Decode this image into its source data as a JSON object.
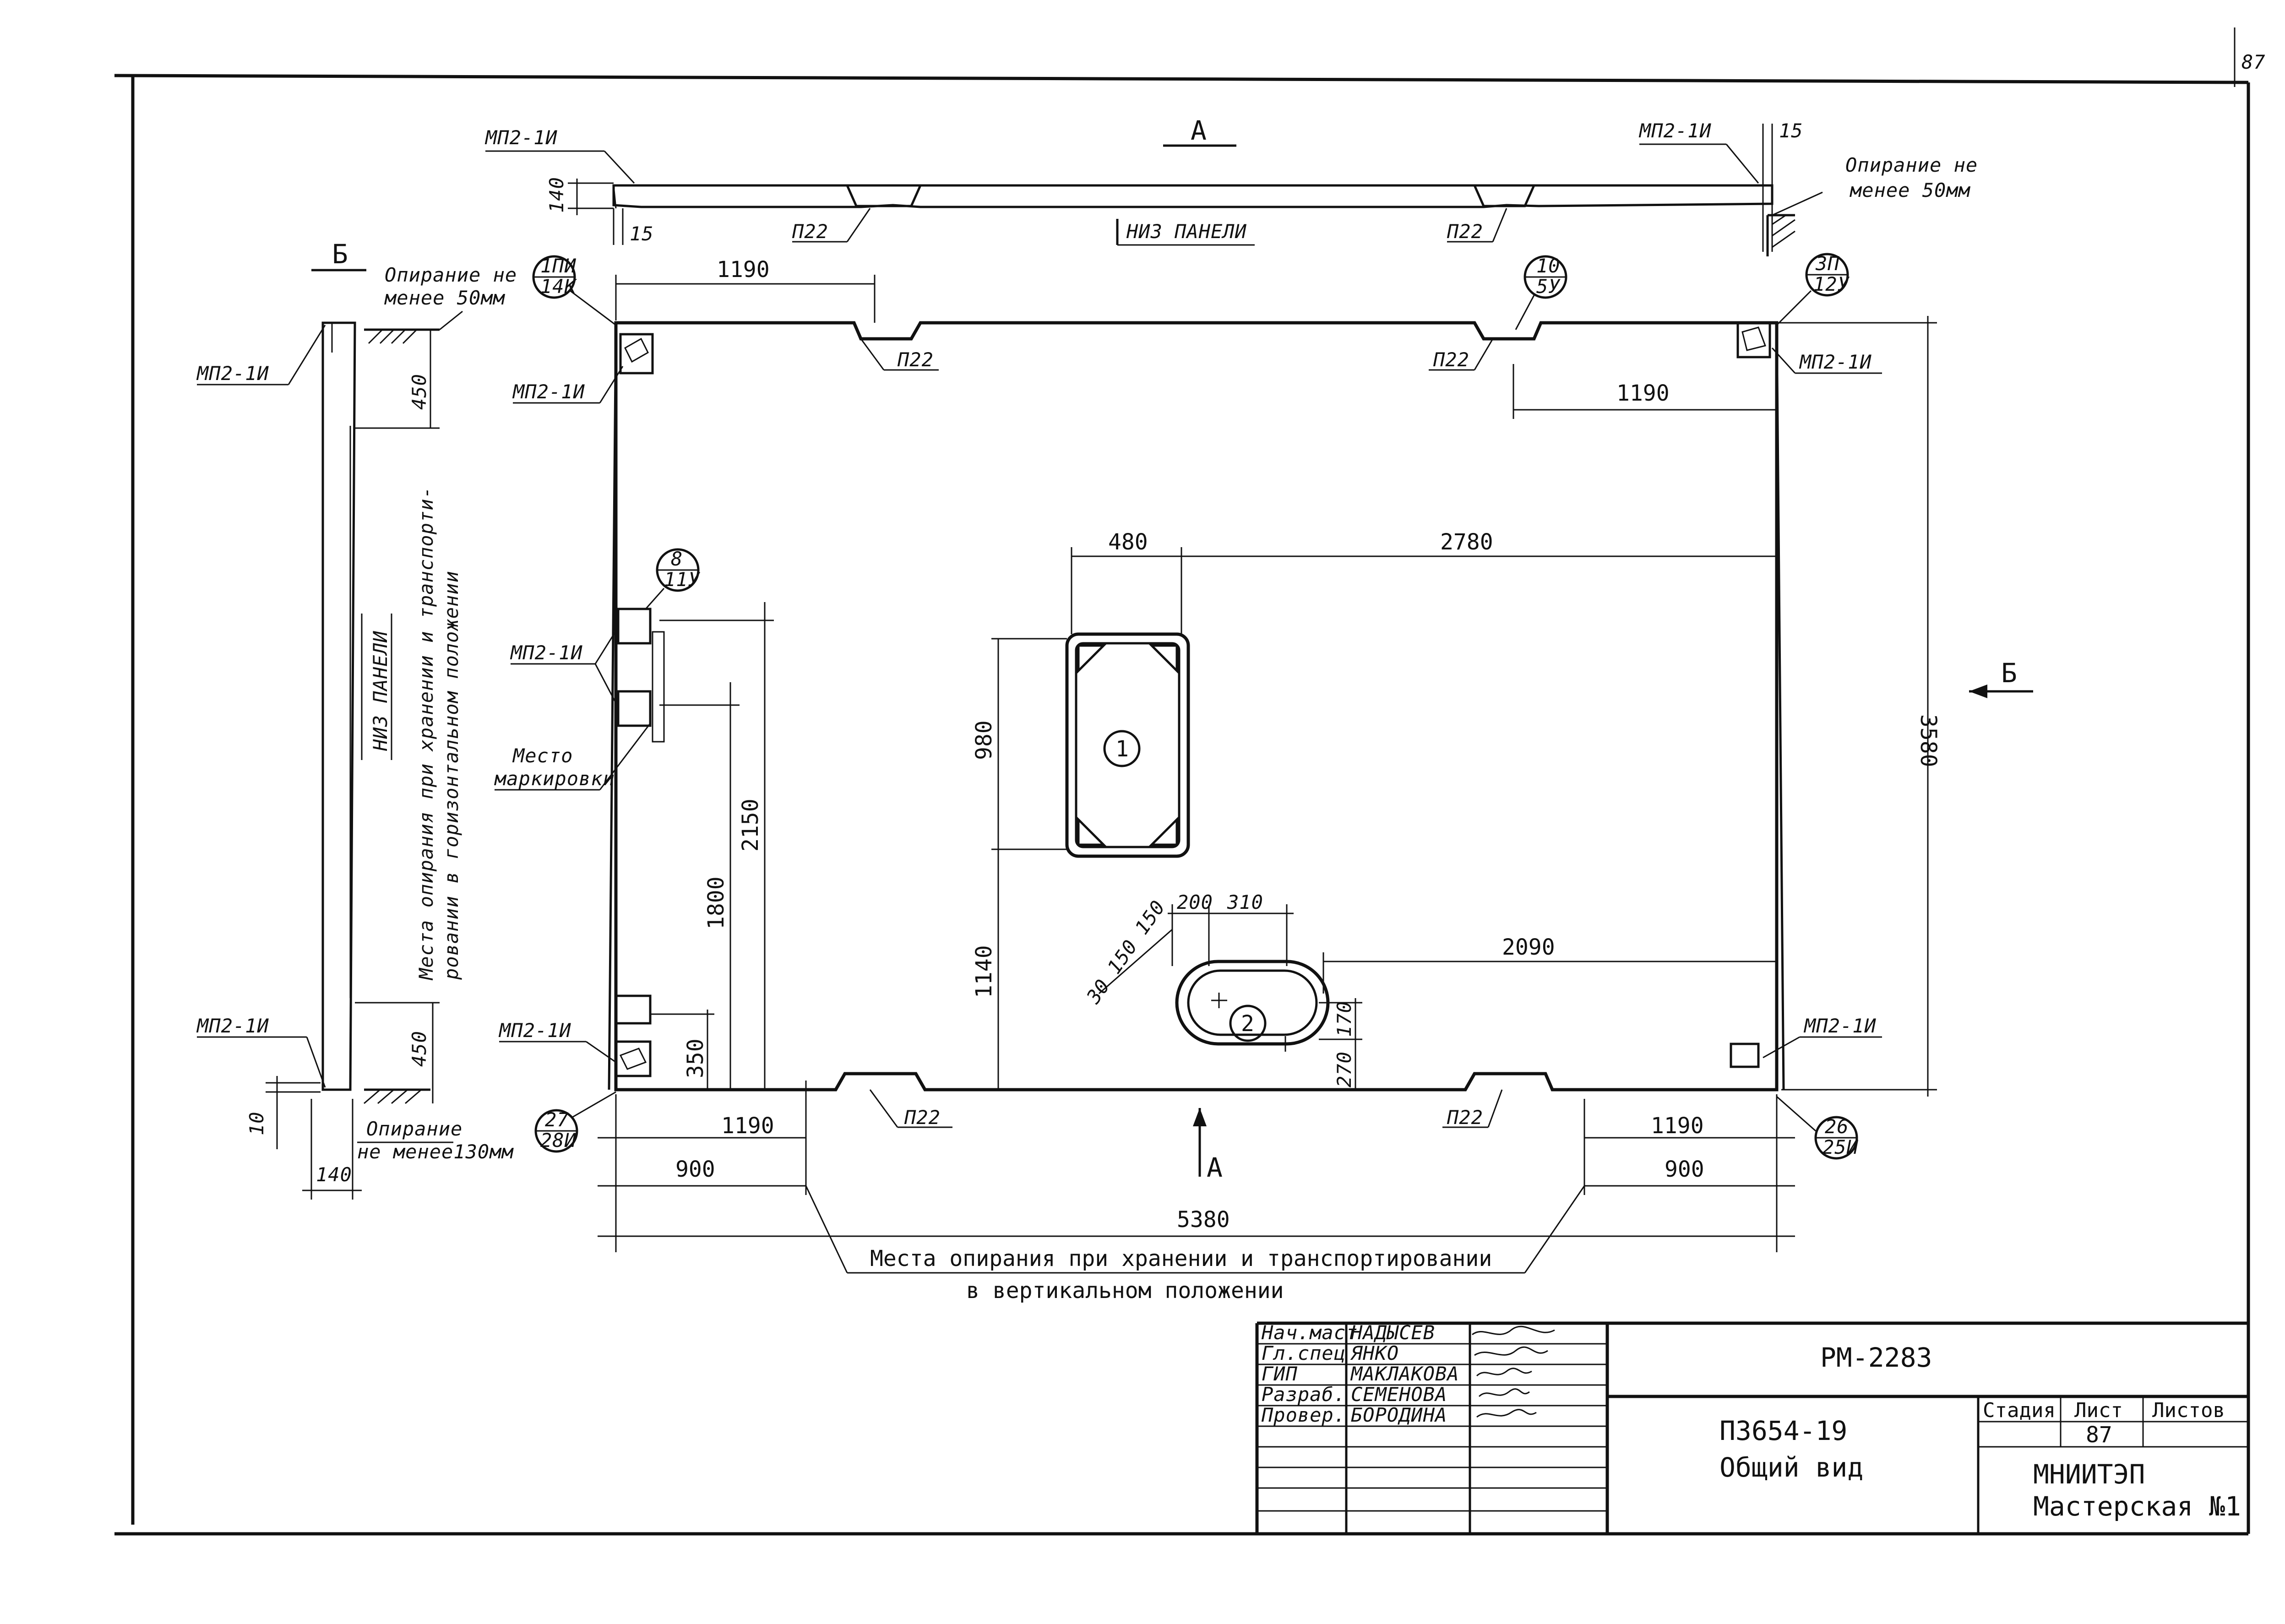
{
  "sheet_corner_mark": "87",
  "section_a": {
    "label": "А",
    "bottom_label": "НИЗ ПАНЕЛИ",
    "thickness": "140",
    "edge_offset_left": "15",
    "edge_offset_right": "15",
    "bearing_note_line1": "Опирание не",
    "bearing_note_line2": "менее 50мм",
    "part_left": "МП2-1И",
    "part_right": "МП2-1И"
  },
  "section_b": {
    "label": "Б",
    "bottom_label": "НИЗ ПАНЕЛИ",
    "part_top": "МП2-1И",
    "part_bottom": "МП2-1И",
    "dim_top": "450",
    "dim_bottom": "450",
    "dim_offset": "10",
    "dim_thickness": "140",
    "bearing_top_line1": "Опирание не",
    "bearing_top_line2": "менее 50мм",
    "bearing_bottom_line1": "Опирание",
    "bearing_bottom_line2": "не менее130мм",
    "support_note_line1": "Места опирания при хранении и транспорти-",
    "support_note_line2": "ровании в горизонтальном положении"
  },
  "plan": {
    "dims": {
      "top_left_1190": "1190",
      "top_right_1190": "1190",
      "bottom_left_1190": "1190",
      "bottom_right_1190": "1190",
      "bottom_left_900": "900",
      "bottom_right_900": "900",
      "total_width": "5380",
      "total_height": "3580",
      "opening1_width": "480",
      "opening1_right": "2780",
      "opening1_height": "980",
      "opening1_bottom": "1140",
      "marking_height_2150": "2150",
      "marking_height_1800": "1800",
      "left_small_350": "350",
      "opening2_200": "200",
      "opening2_310": "310",
      "opening2_right": "2090",
      "opening2_170": "170",
      "opening2_270": "270",
      "opening2_small": "30 150 150"
    },
    "loops_top": [
      "П22",
      "П22"
    ],
    "loops_bottom": [
      "П22",
      "П22"
    ],
    "loops_section": [
      "П22",
      "П22"
    ],
    "embedded_parts": {
      "top_left": "МП2-1И",
      "top_right": "МП2-1И",
      "left_middle": "МП2-1И",
      "bottom_left": "МП2-1И",
      "bottom_right": "МП2-1И"
    },
    "marking_place_line1": "Место",
    "marking_place_line2": "маркировки",
    "opening1_id": "1",
    "opening2_id": "2",
    "view_b_arrow": "Б",
    "view_a_arrow": "А",
    "node_refs": [
      {
        "top": "1ПИ",
        "bottom": "14К"
      },
      {
        "top": "10",
        "bottom": "5У"
      },
      {
        "top": "3П",
        "bottom": "12У"
      },
      {
        "top": "8",
        "bottom": "11У"
      },
      {
        "top": "27",
        "bottom": "28И"
      },
      {
        "top": "26",
        "bottom": "25И"
      }
    ],
    "storage_note_line1": "Места опирания при хранении и транспортировании",
    "storage_note_line2": "в вертикальном положении"
  },
  "title_block": {
    "rows": [
      {
        "role": "Нач.маст",
        "name": "НАДЫСЕВ"
      },
      {
        "role": "Гл.спец",
        "name": "ЯНКО"
      },
      {
        "role": "ГИП",
        "name": "МАКЛАКОВА"
      },
      {
        "role": "Разраб.",
        "name": "СЕМЕНОВА"
      },
      {
        "role": "Провер.",
        "name": "БОРОДИНА"
      }
    ],
    "doc_code": "РМ-2283",
    "product_code": "П3654-19",
    "product_title": "Общий вид",
    "stage_header": "Стадия",
    "sheet_header": "Лист",
    "sheets_header": "Листов",
    "sheet_number": "87",
    "org_line1": "МНИИТЭП",
    "org_line2": "Мастерская №1"
  }
}
